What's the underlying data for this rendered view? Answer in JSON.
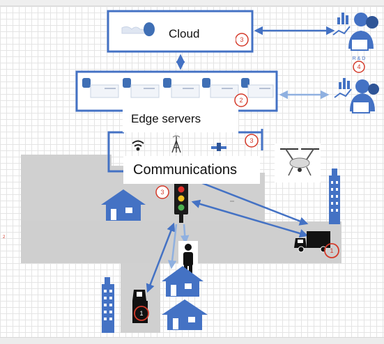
{
  "labels": {
    "cloud": "Cloud",
    "edge_servers": "Edge servers",
    "communications": "Communications",
    "rnd": "R & D"
  },
  "markers": {
    "cloud": "3",
    "edge": "2",
    "comms": "3",
    "traffic_light": "3",
    "rnd": "4",
    "truck_right": "1",
    "truck_bottom": "1"
  },
  "side_mark": "2",
  "colors": {
    "accent": "#4472c4",
    "marker": "#d43a2a",
    "road": "#d0d0d0",
    "building": "#4472c4"
  }
}
